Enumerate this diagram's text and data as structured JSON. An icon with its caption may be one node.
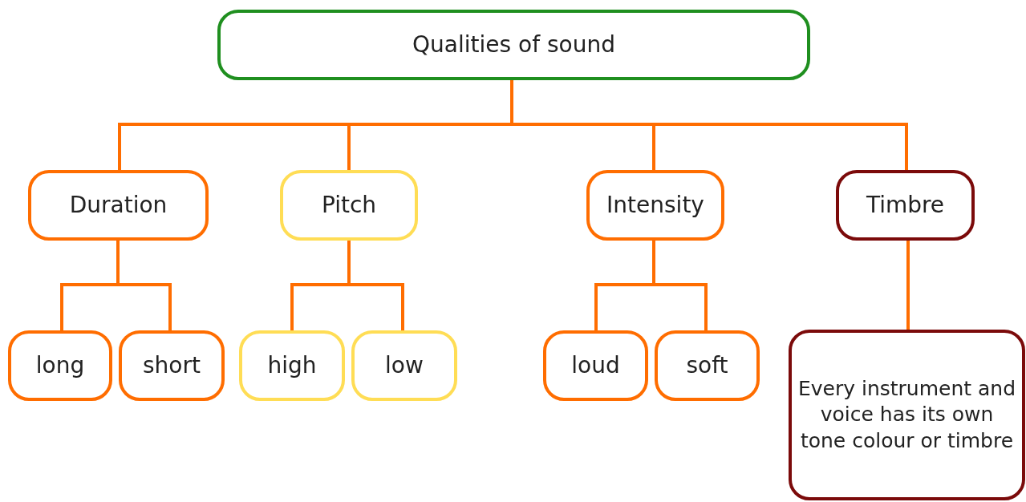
{
  "diagram": {
    "nodes": [
      {
        "text": [
          "Qualities of sound"
        ]
      },
      {
        "text": [
          "Duration"
        ]
      },
      {
        "text": [
          "Pitch"
        ]
      },
      {
        "text": [
          "Intensity"
        ]
      },
      {
        "text": [
          "Timbre"
        ]
      },
      {
        "text": [
          "long"
        ]
      },
      {
        "text": [
          "short"
        ]
      },
      {
        "text": [
          "high"
        ]
      },
      {
        "text": [
          "low"
        ]
      },
      {
        "text": [
          "loud"
        ]
      },
      {
        "text": [
          "soft"
        ]
      },
      {
        "text": [
          "Every instrument and voice has its own tone colour or timbre"
        ]
      }
    ],
    "edges": [
      {
        "from": 0,
        "to": 1,
        "arrow": "none"
      },
      {
        "from": 0,
        "to": 2,
        "arrow": "none"
      },
      {
        "from": 0,
        "to": 3,
        "arrow": "none"
      },
      {
        "from": 0,
        "to": 4,
        "arrow": "none"
      },
      {
        "from": 1,
        "to": 5,
        "arrow": "none"
      },
      {
        "from": 1,
        "to": 6,
        "arrow": "none"
      },
      {
        "from": 2,
        "to": 7,
        "arrow": "none"
      },
      {
        "from": 2,
        "to": 8,
        "arrow": "none"
      },
      {
        "from": 3,
        "to": 9,
        "arrow": "none"
      },
      {
        "from": 3,
        "to": 10,
        "arrow": "none"
      },
      {
        "from": 4,
        "to": 11,
        "arrow": "none"
      }
    ]
  }
}
